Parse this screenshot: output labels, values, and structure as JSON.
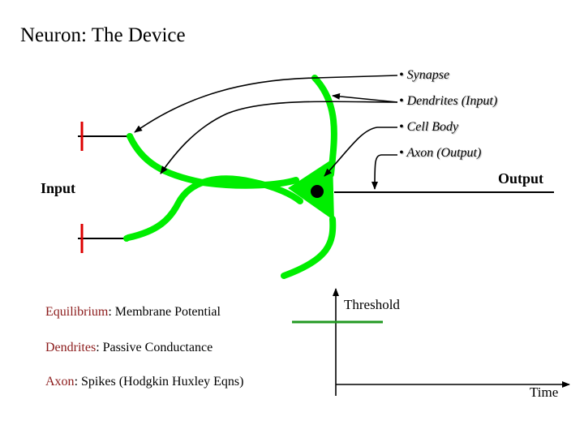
{
  "title": "Neuron: The Device",
  "bullets": [
    {
      "marker": "•",
      "text": "Synapse"
    },
    {
      "marker": "•",
      "text": "Dendrites (Input)"
    },
    {
      "marker": "•",
      "text": "Cell Body"
    },
    {
      "marker": "•",
      "text": "Axon (Output)"
    }
  ],
  "labels": {
    "input": "Input",
    "output": "Output"
  },
  "notes": [
    {
      "key": "Equilibrium",
      "sep": ": ",
      "value": "Membrane Potential"
    },
    {
      "key": "Dendrites",
      "sep": ": ",
      "value": "Passive Conductance"
    },
    {
      "key": "Axon",
      "sep": ": ",
      "value": "Spikes (Hodgkin Huxley Eqns)"
    }
  ],
  "graph": {
    "threshold_label": "Threshold",
    "time_label": "Time"
  },
  "colors": {
    "neuron": "#00ee00",
    "threshold_line": "#229922",
    "synapse_bar": "#dd0000",
    "note_key": "#8b1a1a"
  }
}
